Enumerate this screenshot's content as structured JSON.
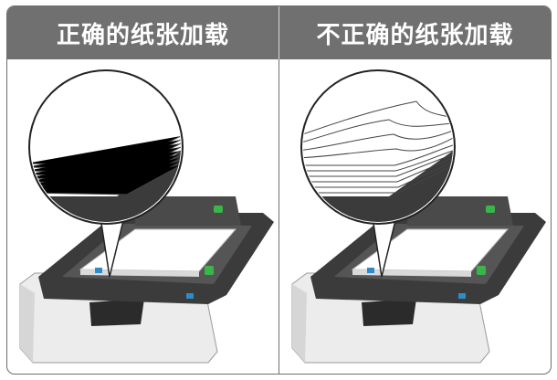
{
  "columns": [
    {
      "header": "正确的纸张加载",
      "image": "correct-paper-loading-illustration"
    },
    {
      "header": "不正确的纸张加载",
      "image": "incorrect-paper-loading-illustration"
    }
  ],
  "colors": {
    "header_bg": "#707070",
    "header_text": "#ffffff",
    "border": "#6d6e71",
    "tray_dark": "#3a3a3a",
    "tray_light": "#e8e8e8",
    "accent_green": "#39b54a",
    "accent_blue": "#2e8bc9"
  }
}
